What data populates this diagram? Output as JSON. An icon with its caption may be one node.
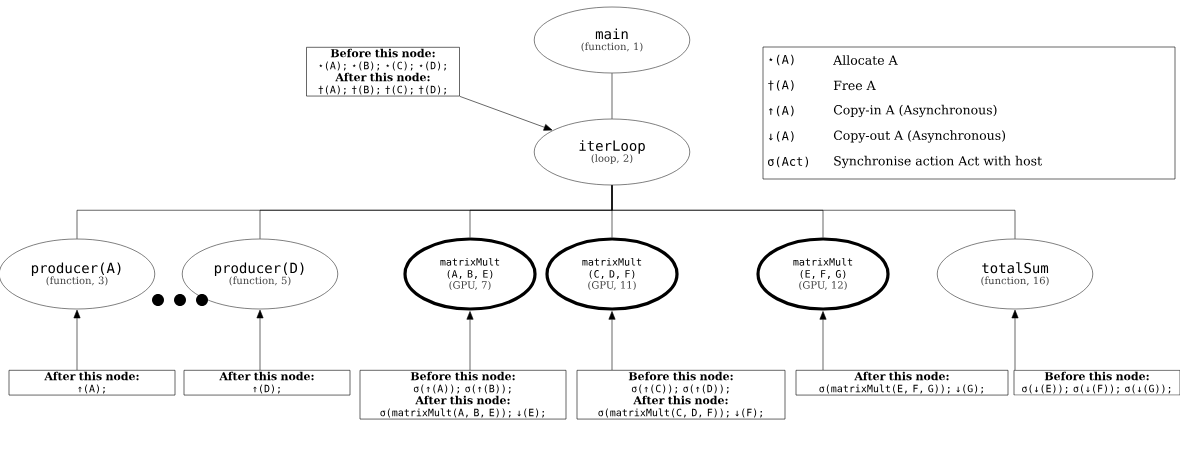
{
  "diagram": {
    "nodes": [
      {
        "text": [
          "main",
          "(function, 1)"
        ]
      },
      {
        "text": [
          "Before this node:",
          "⋆(A); ⋆(B); ⋆(C); ⋆(D);",
          "After this node:",
          "†(A); †(B); †(C); †(D);"
        ]
      },
      {
        "text": [
          "iterLoop",
          "(loop, 2)"
        ]
      },
      {
        "text": [
          "producer(A)",
          "(function, 3)"
        ]
      },
      {
        "text": [
          "producer(D)",
          "(function, 5)"
        ]
      },
      {
        "text": [
          "matrixMult (A, B, E)",
          "(GPU, 7)"
        ]
      },
      {
        "text": [
          "matrixMult (C, D, F)",
          "(GPU, 11)"
        ]
      },
      {
        "text": [
          "matrixMult (E, F, G)",
          "(GPU, 12)"
        ]
      },
      {
        "text": [
          "totalSum",
          "(function, 16)"
        ]
      },
      {
        "text": [
          "After this node:",
          "↑(A);"
        ]
      },
      {
        "text": [
          "After this node:",
          "↑(D);"
        ]
      },
      {
        "text": [
          "Before this node:",
          "σ(↑(A)); σ(↑(B));",
          "After this node:",
          "σ(matrixMult(A, B, E)); ↓(E);"
        ]
      },
      {
        "text": [
          "Before this node:",
          "σ(↑(C)); σ(↑(D));",
          "After this node:",
          "σ(matrixMult(C, D, F)); ↓(F);"
        ]
      },
      {
        "text": [
          "After this node:",
          "σ(matrixMult(E, F, G)); ↓(G);"
        ]
      },
      {
        "text": [
          "Before this node:",
          "σ(↓(E)); σ(↓(F)); σ(↓(G));"
        ]
      }
    ],
    "edges": [
      {
        "from": 0,
        "to": 2,
        "arrow": "none"
      },
      {
        "from": 1,
        "to": 2,
        "arrow": "to"
      },
      {
        "from": 2,
        "to": 3,
        "arrow": "none"
      },
      {
        "from": 2,
        "to": 4,
        "arrow": "none"
      },
      {
        "from": 2,
        "to": 5,
        "arrow": "none"
      },
      {
        "from": 2,
        "to": 6,
        "arrow": "none"
      },
      {
        "from": 2,
        "to": 7,
        "arrow": "none"
      },
      {
        "from": 2,
        "to": 8,
        "arrow": "none"
      },
      {
        "from": 9,
        "to": 3,
        "arrow": "to"
      },
      {
        "from": 10,
        "to": 4,
        "arrow": "to"
      },
      {
        "from": 11,
        "to": 5,
        "arrow": "to"
      },
      {
        "from": 12,
        "to": 6,
        "arrow": "to"
      },
      {
        "from": 13,
        "to": 7,
        "arrow": "to"
      },
      {
        "from": 14,
        "to": 8,
        "arrow": "to"
      }
    ],
    "labels": [
      "⋆(A)",
      "Allocate A",
      "†(A)",
      "Free A",
      "↑(A)",
      "Copy-in A (Asynchronous)",
      "↓(A)",
      "Copy-out A (Asynchronous)",
      "σ(Act)",
      "Synchronise action Act with host"
    ]
  }
}
